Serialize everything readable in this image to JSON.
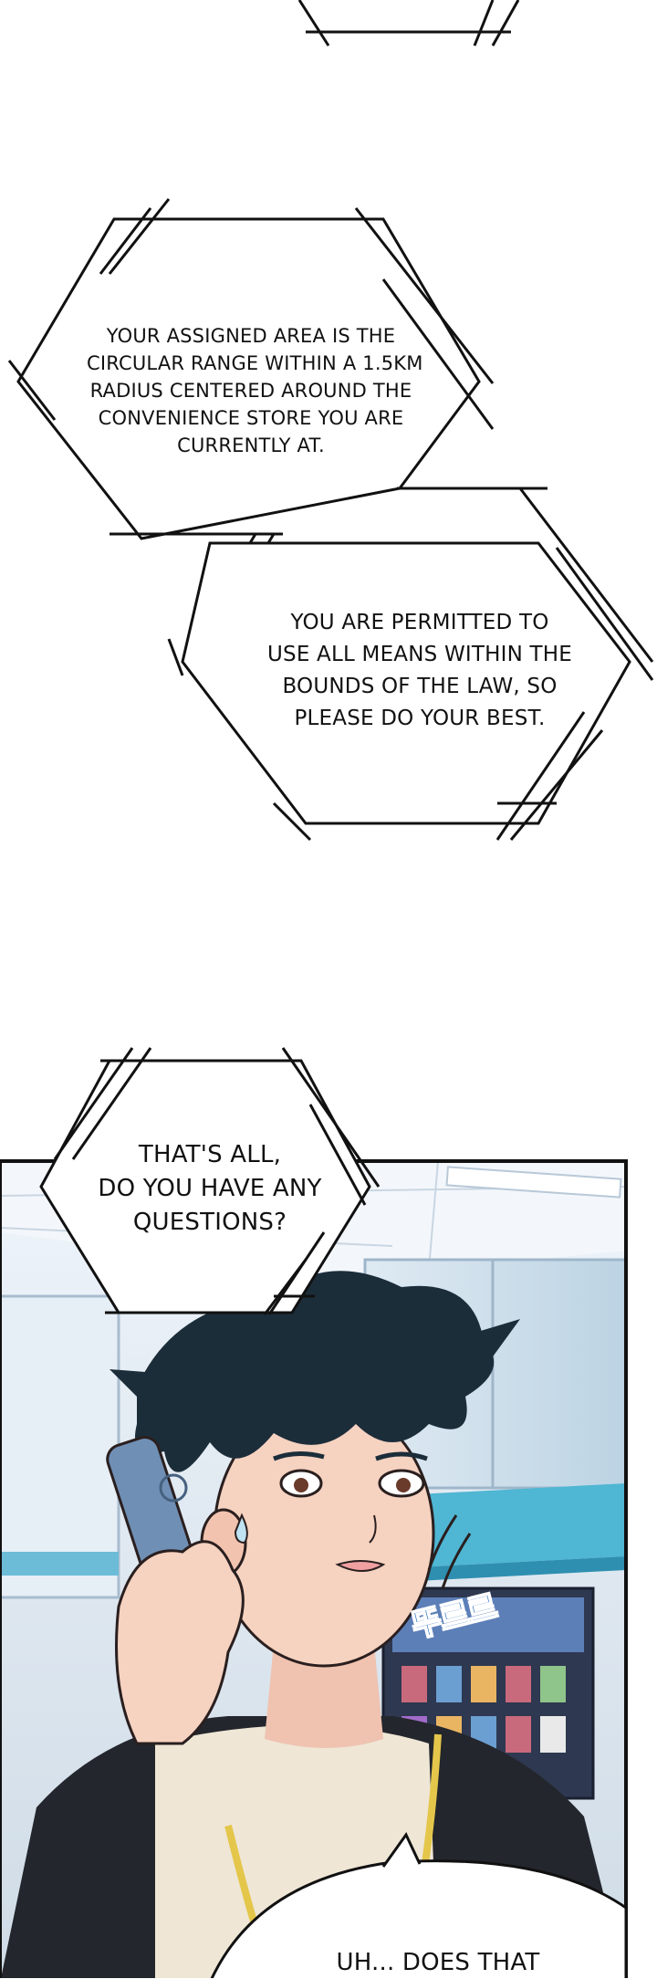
{
  "bubbles": [
    {
      "lines": [
        "YOUR ASSIGNED AREA IS THE",
        "CIRCULAR RANGE WITHIN A 1.5KM",
        "RADIUS CENTERED AROUND THE",
        "CONVENIENCE STORE YOU ARE",
        "CURRENTLY AT."
      ]
    },
    {
      "lines": [
        "YOU ARE PERMITTED TO",
        "USE ALL MEANS WITHIN THE",
        "BOUNDS OF THE LAW, SO",
        "PLEASE DO YOUR BEST."
      ]
    },
    {
      "lines": [
        "THAT'S ALL,",
        "DO YOU HAVE ANY",
        "QUESTIONS?"
      ]
    },
    {
      "lines": [
        "UH... DOES THAT"
      ]
    }
  ],
  "sfx": "뚜르르",
  "colors": {
    "hair": "#1c2d3a",
    "skin": "#f6d2c0",
    "shirt": "#efe6d6",
    "vest": "#23262c",
    "phone": "#6f8fb5",
    "store_accent": "#4fb6d3",
    "lanyard": "#e4c64a"
  }
}
